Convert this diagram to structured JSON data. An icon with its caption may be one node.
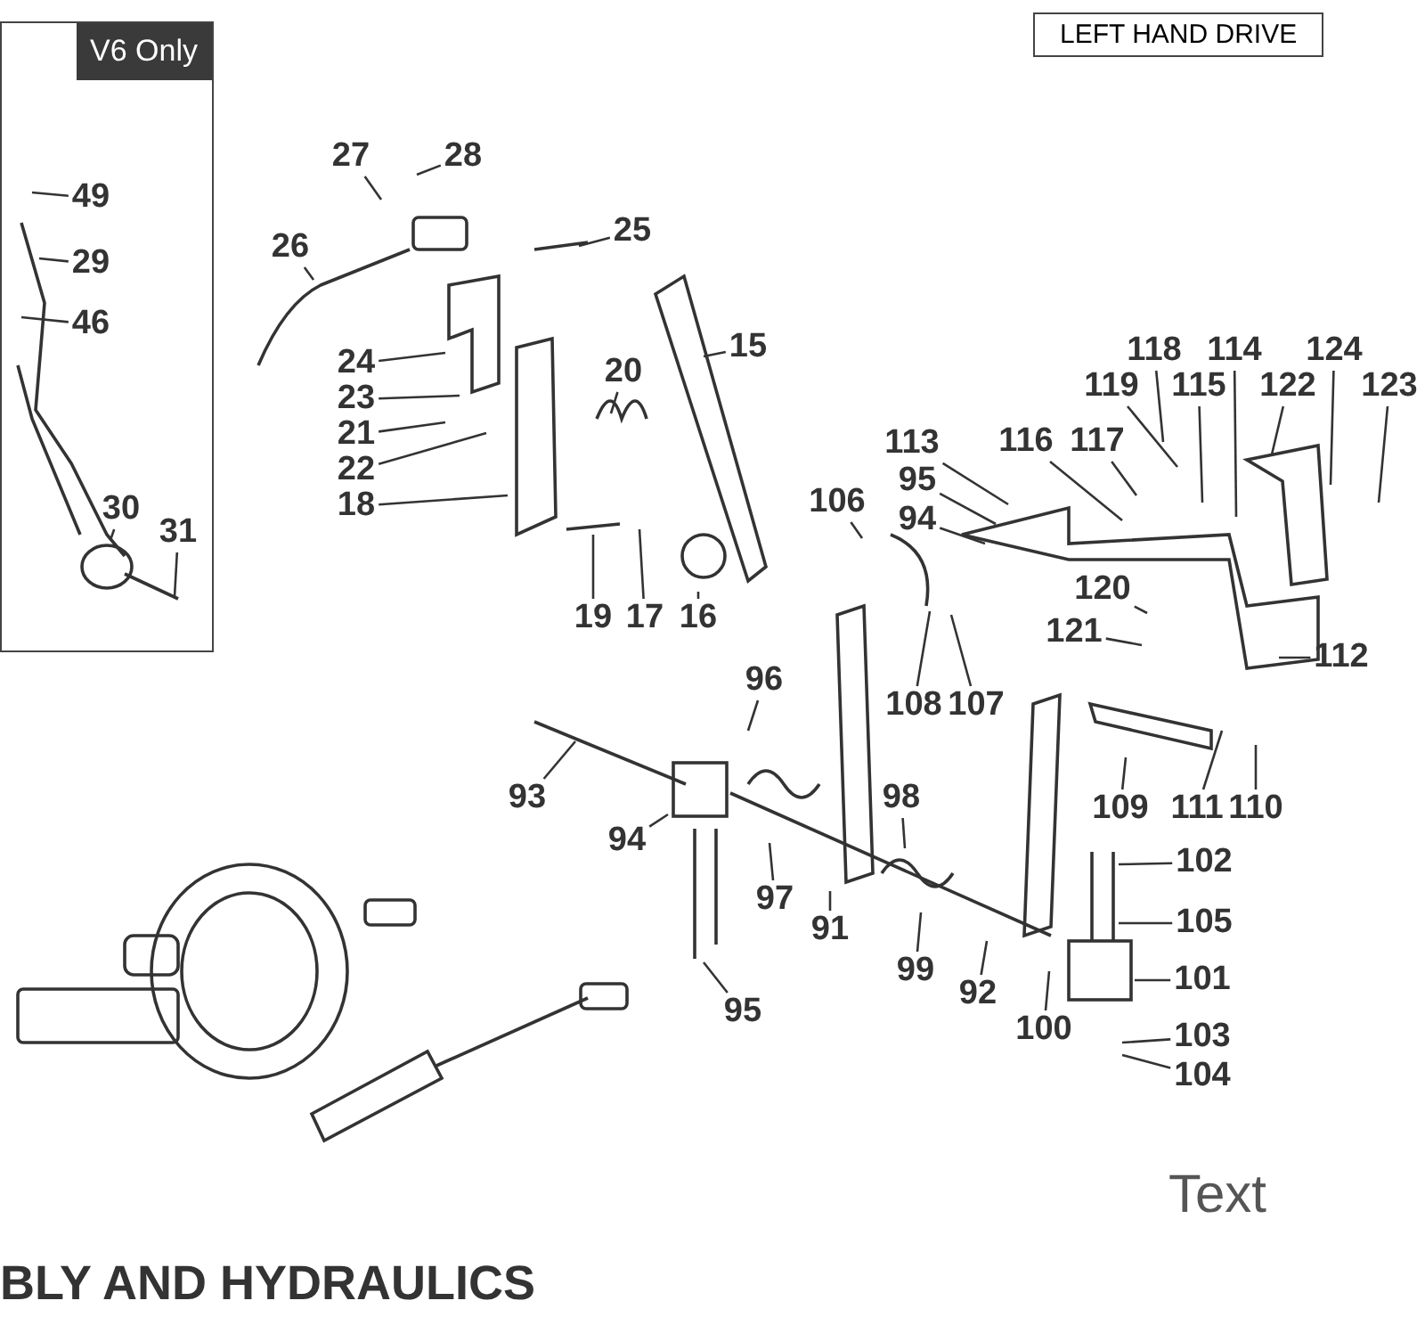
{
  "diagram": {
    "title": "BLY AND HYDRAULICS",
    "nodes": [
      {
        "text": [
          "V6 Only"
        ]
      },
      {
        "text": [
          "49"
        ],
        "in": 0
      },
      {
        "text": [
          "29"
        ],
        "in": 0
      },
      {
        "text": [
          "46"
        ],
        "in": 0
      },
      {
        "text": [
          "30"
        ],
        "in": 0
      },
      {
        "text": [
          "31"
        ],
        "in": 0
      },
      {
        "text": [
          "LEFT HAND DRIVE"
        ]
      },
      {
        "text": [
          "27"
        ]
      },
      {
        "text": [
          "28"
        ]
      },
      {
        "text": [
          "25"
        ]
      },
      {
        "text": [
          "26"
        ]
      },
      {
        "text": [
          "15"
        ]
      },
      {
        "text": [
          "24"
        ]
      },
      {
        "text": [
          "20"
        ]
      },
      {
        "text": [
          "118"
        ]
      },
      {
        "text": [
          "114"
        ]
      },
      {
        "text": [
          "124"
        ]
      },
      {
        "text": [
          "119"
        ]
      },
      {
        "text": [
          "115"
        ]
      },
      {
        "text": [
          "122"
        ]
      },
      {
        "text": [
          "123"
        ]
      },
      {
        "text": [
          "23"
        ]
      },
      {
        "text": [
          "21"
        ]
      },
      {
        "text": [
          "22"
        ]
      },
      {
        "text": [
          "113"
        ]
      },
      {
        "text": [
          "116"
        ]
      },
      {
        "text": [
          "117"
        ]
      },
      {
        "text": [
          "95"
        ]
      },
      {
        "text": [
          "94"
        ]
      },
      {
        "text": [
          "106"
        ]
      },
      {
        "text": [
          "18"
        ]
      },
      {
        "text": [
          "19"
        ]
      },
      {
        "text": [
          "17"
        ]
      },
      {
        "text": [
          "16"
        ]
      },
      {
        "text": [
          "108"
        ]
      },
      {
        "text": [
          "107"
        ]
      },
      {
        "text": [
          "120"
        ]
      },
      {
        "text": [
          "121"
        ]
      },
      {
        "text": [
          "112"
        ]
      },
      {
        "text": [
          "93"
        ]
      },
      {
        "text": [
          "96"
        ]
      },
      {
        "text": [
          "109"
        ]
      },
      {
        "text": [
          "111"
        ]
      },
      {
        "text": [
          "110"
        ]
      },
      {
        "text": [
          "94"
        ]
      },
      {
        "text": [
          "98"
        ]
      },
      {
        "text": [
          "97"
        ]
      },
      {
        "text": [
          "91"
        ]
      },
      {
        "text": [
          "102"
        ]
      },
      {
        "text": [
          "105"
        ]
      },
      {
        "text": [
          "99"
        ]
      },
      {
        "text": [
          "101"
        ]
      },
      {
        "text": [
          "92"
        ]
      },
      {
        "text": [
          "95"
        ]
      },
      {
        "text": [
          "100"
        ]
      },
      {
        "text": [
          "103"
        ]
      },
      {
        "text": [
          "104"
        ]
      }
    ],
    "edges": [
      {
        "from": 1,
        "to": null,
        "arrow": "none"
      },
      {
        "from": 2,
        "to": null,
        "arrow": "none"
      },
      {
        "from": 3,
        "to": null,
        "arrow": "none"
      },
      {
        "from": 4,
        "to": null,
        "arrow": "none"
      },
      {
        "from": 5,
        "to": null,
        "arrow": "none"
      },
      {
        "from": 7,
        "to": null,
        "arrow": "none"
      },
      {
        "from": 8,
        "to": null,
        "arrow": "none"
      },
      {
        "from": 9,
        "to": null,
        "arrow": "none"
      },
      {
        "from": 10,
        "to": null,
        "arrow": "none"
      },
      {
        "from": 11,
        "to": null,
        "arrow": "none"
      },
      {
        "from": 12,
        "to": null,
        "arrow": "none"
      },
      {
        "from": 13,
        "to": null,
        "arrow": "none"
      },
      {
        "from": 14,
        "to": null,
        "arrow": "none"
      },
      {
        "from": 15,
        "to": null,
        "arrow": "none"
      },
      {
        "from": 16,
        "to": null,
        "arrow": "none"
      },
      {
        "from": 17,
        "to": null,
        "arrow": "none"
      },
      {
        "from": 18,
        "to": null,
        "arrow": "none"
      },
      {
        "from": 19,
        "to": null,
        "arrow": "none"
      },
      {
        "from": 20,
        "to": null,
        "arrow": "none"
      },
      {
        "from": 21,
        "to": null,
        "arrow": "none"
      },
      {
        "from": 22,
        "to": null,
        "arrow": "none"
      },
      {
        "from": 23,
        "to": null,
        "arrow": "none"
      },
      {
        "from": 24,
        "to": null,
        "arrow": "none"
      },
      {
        "from": 25,
        "to": null,
        "arrow": "none"
      },
      {
        "from": 26,
        "to": null,
        "arrow": "none"
      },
      {
        "from": 27,
        "to": null,
        "arrow": "none"
      },
      {
        "from": 28,
        "to": null,
        "arrow": "none"
      },
      {
        "from": 29,
        "to": null,
        "arrow": "none"
      },
      {
        "from": 30,
        "to": null,
        "arrow": "none"
      },
      {
        "from": 31,
        "to": null,
        "arrow": "none"
      },
      {
        "from": 32,
        "to": null,
        "arrow": "none"
      },
      {
        "from": 33,
        "to": null,
        "arrow": "none"
      },
      {
        "from": 34,
        "to": null,
        "arrow": "none"
      },
      {
        "from": 35,
        "to": null,
        "arrow": "none"
      },
      {
        "from": 36,
        "to": null,
        "arrow": "none"
      },
      {
        "from": 37,
        "to": null,
        "arrow": "none"
      },
      {
        "from": 38,
        "to": null,
        "arrow": "none"
      },
      {
        "from": 39,
        "to": null,
        "arrow": "none"
      },
      {
        "from": 40,
        "to": null,
        "arrow": "none"
      },
      {
        "from": 41,
        "to": null,
        "arrow": "none"
      },
      {
        "from": 42,
        "to": null,
        "arrow": "none"
      },
      {
        "from": 43,
        "to": null,
        "arrow": "none"
      },
      {
        "from": 44,
        "to": null,
        "arrow": "none"
      },
      {
        "from": 45,
        "to": null,
        "arrow": "none"
      },
      {
        "from": 46,
        "to": null,
        "arrow": "none"
      },
      {
        "from": 47,
        "to": null,
        "arrow": "none"
      },
      {
        "from": 48,
        "to": null,
        "arrow": "none"
      },
      {
        "from": 49,
        "to": null,
        "arrow": "none"
      },
      {
        "from": 50,
        "to": null,
        "arrow": "none"
      },
      {
        "from": 51,
        "to": null,
        "arrow": "none"
      },
      {
        "from": 52,
        "to": null,
        "arrow": "none"
      },
      {
        "from": 53,
        "to": null,
        "arrow": "none"
      },
      {
        "from": 54,
        "to": null,
        "arrow": "none"
      },
      {
        "from": 55,
        "to": null,
        "arrow": "none"
      },
      {
        "from": 56,
        "to": null,
        "arrow": "none"
      }
    ],
    "labels": [
      "Text"
    ]
  }
}
